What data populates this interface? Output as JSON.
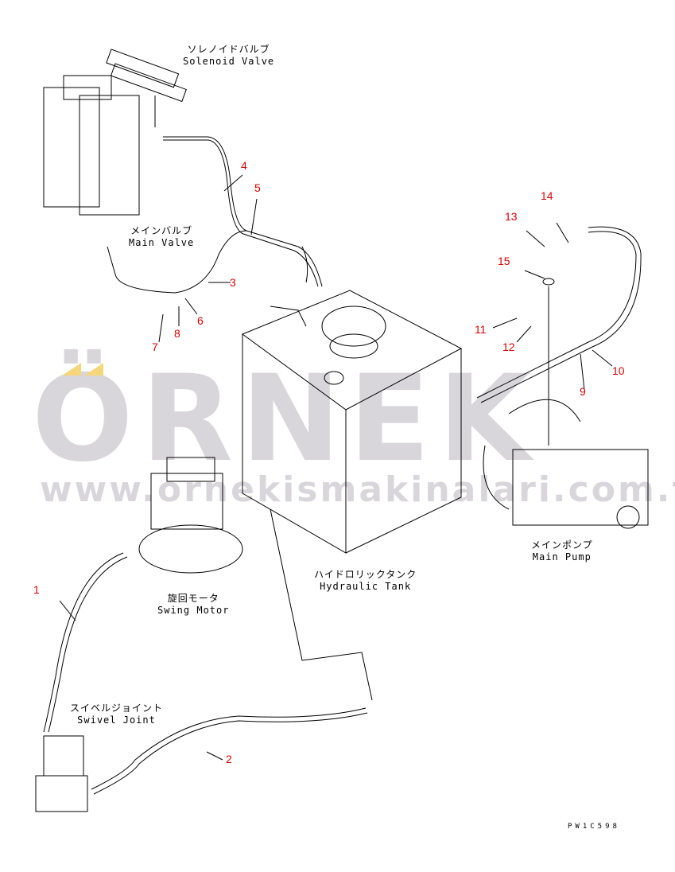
{
  "components": {
    "solenoid_valve": {
      "jp": "ソレノイドバルブ",
      "en": "Solenoid Valve"
    },
    "main_valve": {
      "jp": "メインバルブ",
      "en": "Main Valve"
    },
    "hydraulic_tank": {
      "jp": "ハイドロリックタンク",
      "en": "Hydraulic Tank"
    },
    "swing_motor": {
      "jp": "旋回モータ",
      "en": "Swing Motor"
    },
    "swivel_joint": {
      "jp": "スイベルジョイント",
      "en": "Swivel Joint"
    },
    "main_pump": {
      "jp": "メインポンプ",
      "en": "Main Pump"
    }
  },
  "callouts": [
    "1",
    "2",
    "3",
    "4",
    "5",
    "6",
    "7",
    "8",
    "9",
    "10",
    "11",
    "12",
    "13",
    "14",
    "15"
  ],
  "drawing_code": "PW1C598",
  "watermark": {
    "logo": "ÖRNEK",
    "url": "www.ornekismakinalari.com.tr"
  },
  "colors": {
    "callout": "#e00000",
    "line": "#000000",
    "watermark": "#aaa5af",
    "logo_accent": "#f5d77a"
  }
}
